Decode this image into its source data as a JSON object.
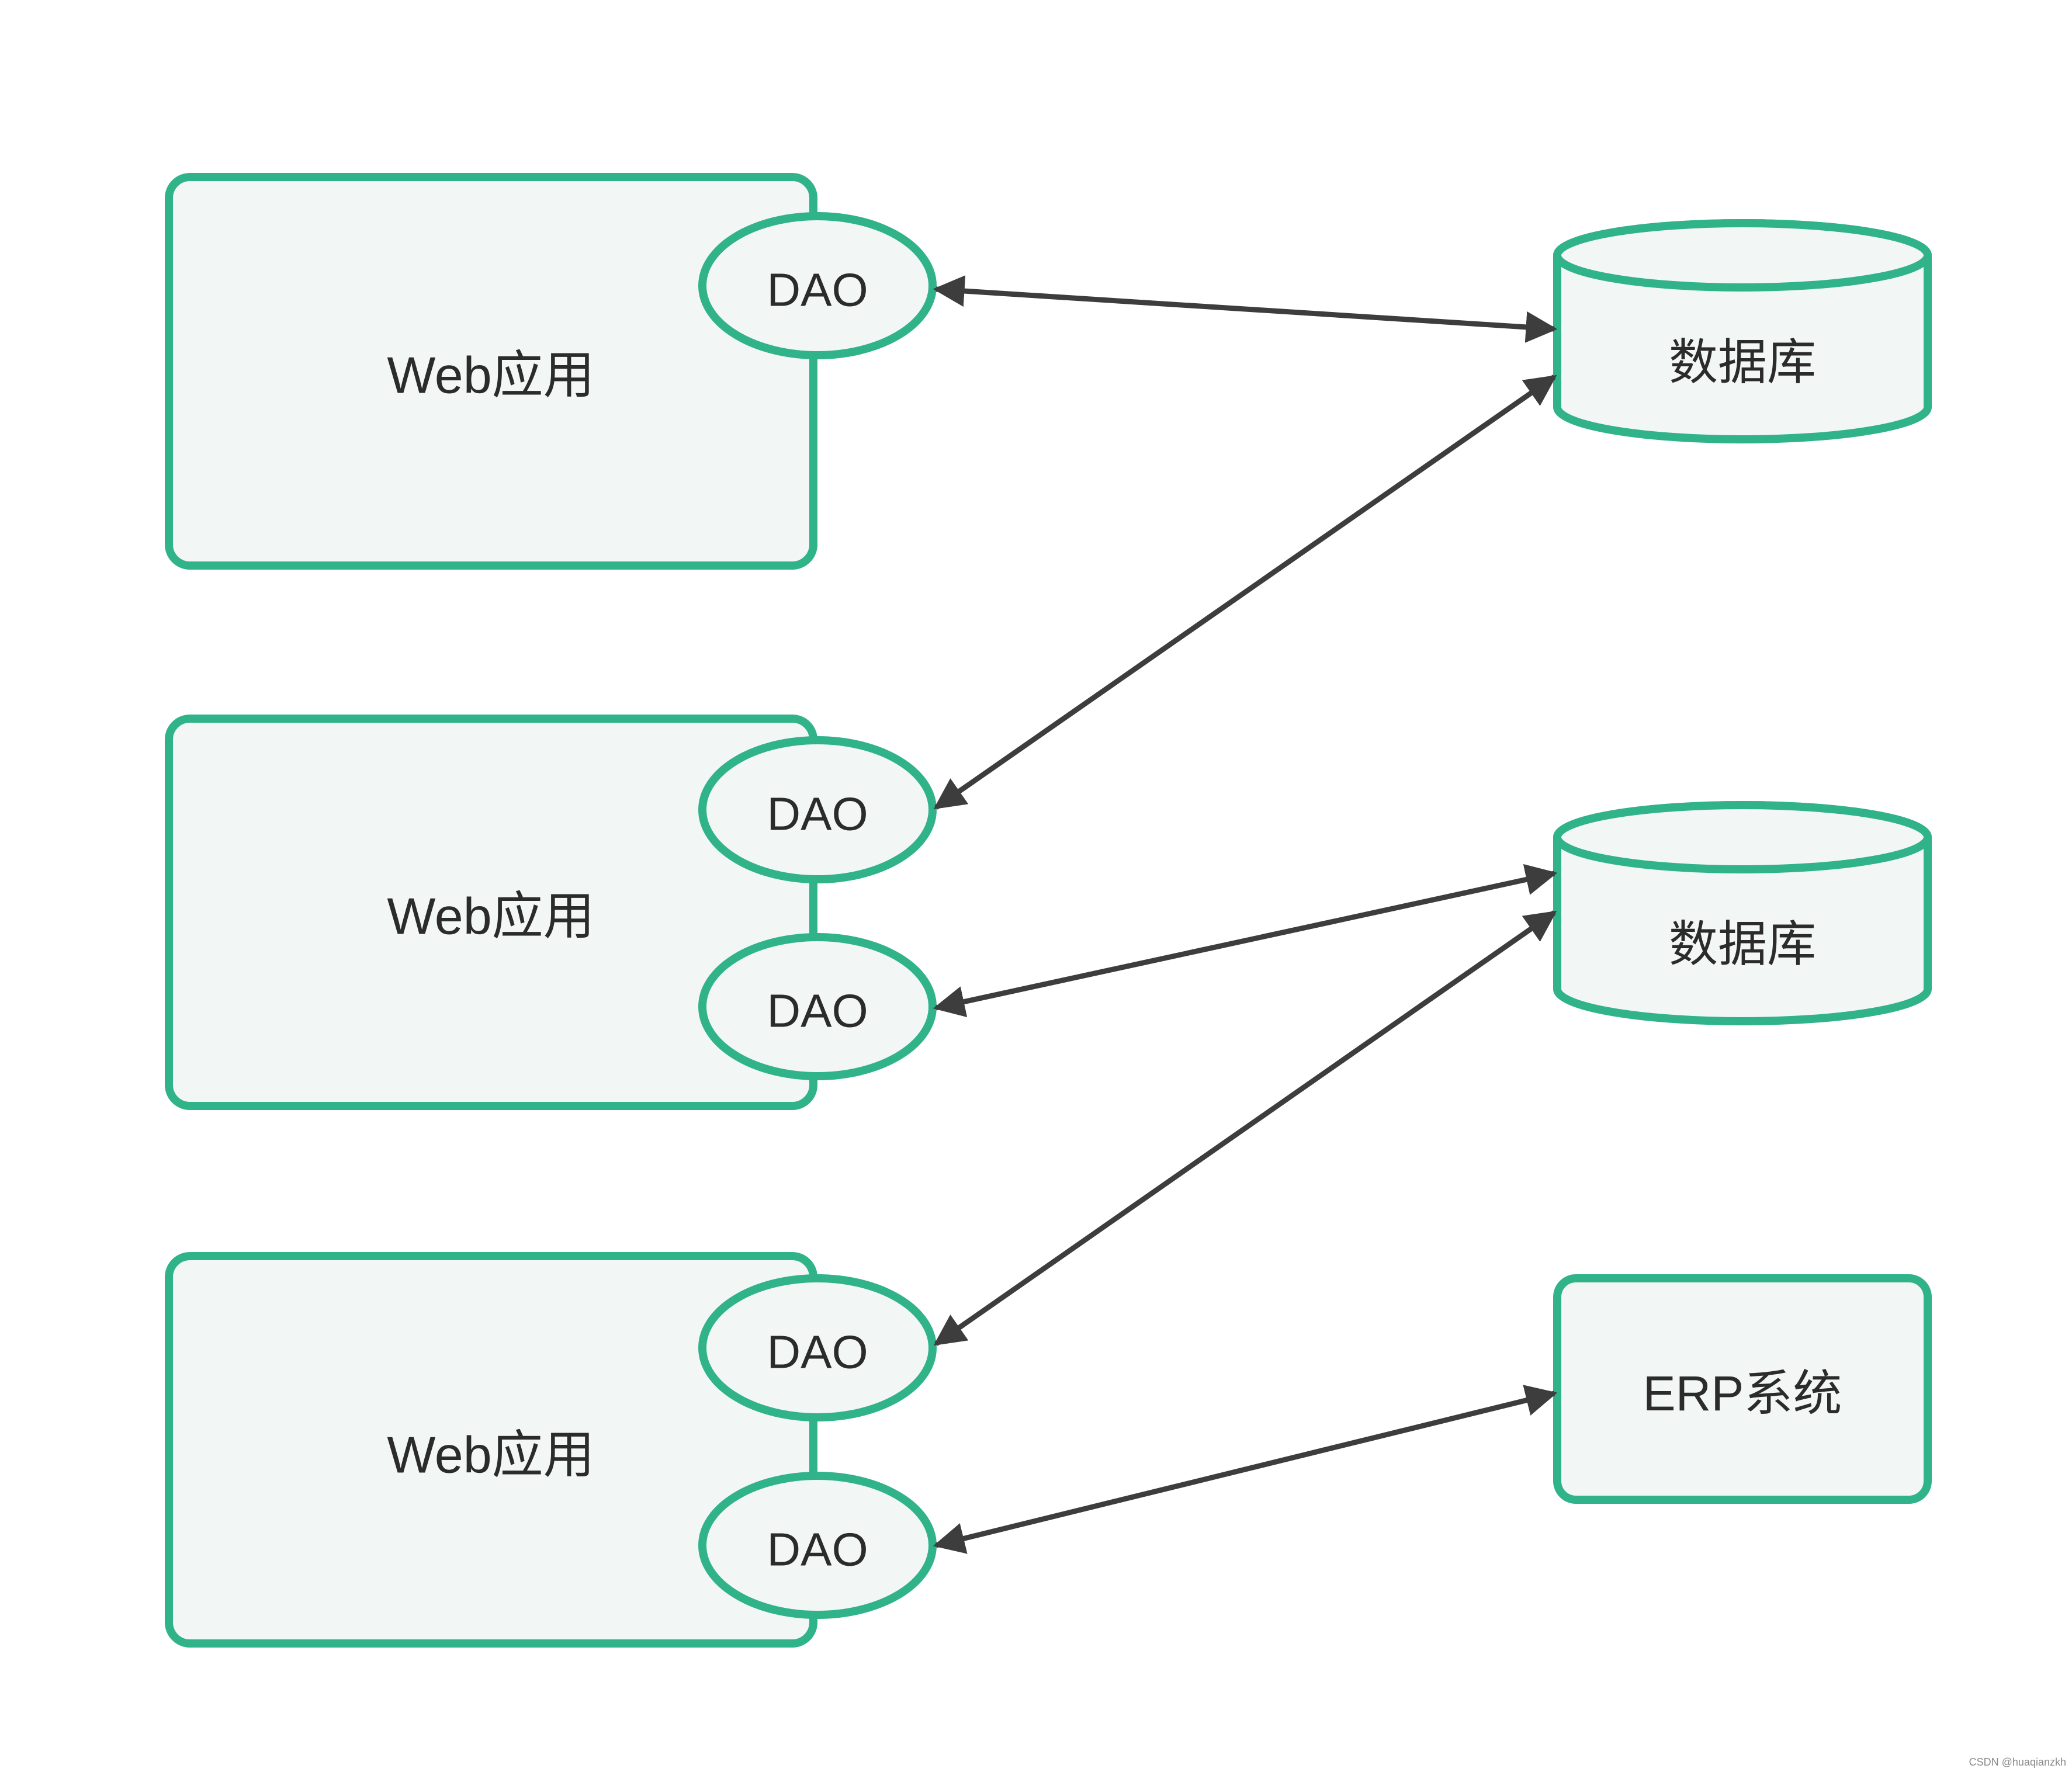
{
  "web_apps": [
    {
      "label": "Web应用",
      "daos": [
        "DAO"
      ]
    },
    {
      "label": "Web应用",
      "daos": [
        "DAO",
        "DAO"
      ]
    },
    {
      "label": "Web应用",
      "daos": [
        "DAO",
        "DAO"
      ]
    }
  ],
  "targets": [
    {
      "kind": "database",
      "label": "数据库"
    },
    {
      "kind": "database",
      "label": "数据库"
    },
    {
      "kind": "system",
      "label": "ERP系统"
    }
  ],
  "connections": [
    {
      "from": "app1-dao1",
      "to": "target1",
      "bidirectional": true
    },
    {
      "from": "app2-dao1",
      "to": "target1",
      "bidirectional": true
    },
    {
      "from": "app2-dao2",
      "to": "target2",
      "bidirectional": true
    },
    {
      "from": "app3-dao1",
      "to": "target2",
      "bidirectional": true
    },
    {
      "from": "app3-dao2",
      "to": "target3",
      "bidirectional": true
    }
  ],
  "colors": {
    "stroke": "#31b38a",
    "fill": "#f2f7f5",
    "arrow": "#3d3d3d",
    "text": "#2b2b2b"
  },
  "watermark": "CSDN @huaqianzkh"
}
